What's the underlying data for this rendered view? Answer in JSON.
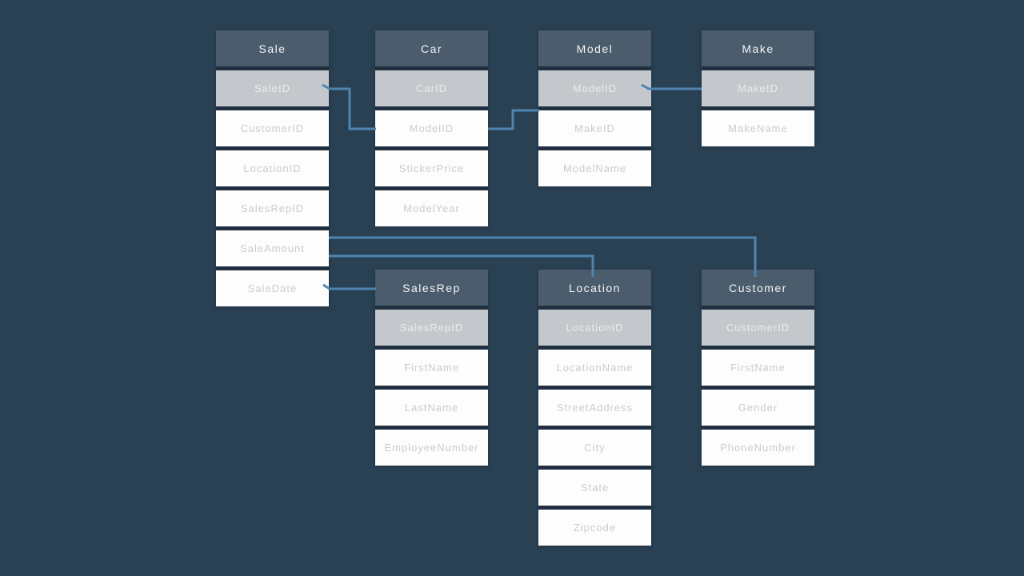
{
  "colors": {
    "background": "#2a4154",
    "table_header_fill": "#4b5c6c",
    "table_header_text": "#f3f5f6",
    "key_row_fill": "#c4c8cd",
    "key_row_text": "#e9eced",
    "field_row_fill": "#fdfdfd",
    "field_row_text": "#c7ccd1",
    "row_separator": "#203040",
    "connector_line": "#4e84ad"
  },
  "tables": [
    {
      "name": "Sale",
      "fields": [
        {
          "label": "SaleID",
          "key": true
        },
        {
          "label": "CustomerID"
        },
        {
          "label": "LocationID"
        },
        {
          "label": "SalesRepID"
        },
        {
          "label": "SaleAmount"
        },
        {
          "label": "SaleDate"
        }
      ]
    },
    {
      "name": "Car",
      "fields": [
        {
          "label": "CarID",
          "key": true
        },
        {
          "label": "ModelID"
        },
        {
          "label": "StickerPrice"
        },
        {
          "label": "ModelYear"
        }
      ]
    },
    {
      "name": "Model",
      "fields": [
        {
          "label": "ModelID",
          "key": true
        },
        {
          "label": "MakeID"
        },
        {
          "label": "ModelName"
        }
      ]
    },
    {
      "name": "Make",
      "fields": [
        {
          "label": "MakeID",
          "key": true
        },
        {
          "label": "MakeName"
        }
      ]
    },
    {
      "name": "SalesRep",
      "fields": [
        {
          "label": "SalesRepID",
          "key": true
        },
        {
          "label": "FirstName"
        },
        {
          "label": "LastName"
        },
        {
          "label": "EmployeeNumber"
        }
      ]
    },
    {
      "name": "Location",
      "fields": [
        {
          "label": "LocationID",
          "key": true
        },
        {
          "label": "LocationName"
        },
        {
          "label": "StreetAddress"
        },
        {
          "label": "City"
        },
        {
          "label": "State"
        },
        {
          "label": "Zipcode"
        }
      ]
    },
    {
      "name": "Customer",
      "fields": [
        {
          "label": "CustomerID",
          "key": true
        },
        {
          "label": "FirstName"
        },
        {
          "label": "Gender"
        },
        {
          "label": "PhoneNumber"
        }
      ]
    }
  ],
  "relationships": [
    {
      "from": "Sale.SaleID",
      "to": "Car.ModelID"
    },
    {
      "from": "Car.ModelID",
      "to": "Model.ModelID"
    },
    {
      "from": "Model.ModelID",
      "to": "Make.MakeID"
    },
    {
      "from": "Sale.SaleAmount",
      "to": "Customer"
    },
    {
      "from": "Sale.SaleAmount",
      "to": "Location"
    },
    {
      "from": "Sale.SaleDate",
      "to": "SalesRep"
    }
  ]
}
